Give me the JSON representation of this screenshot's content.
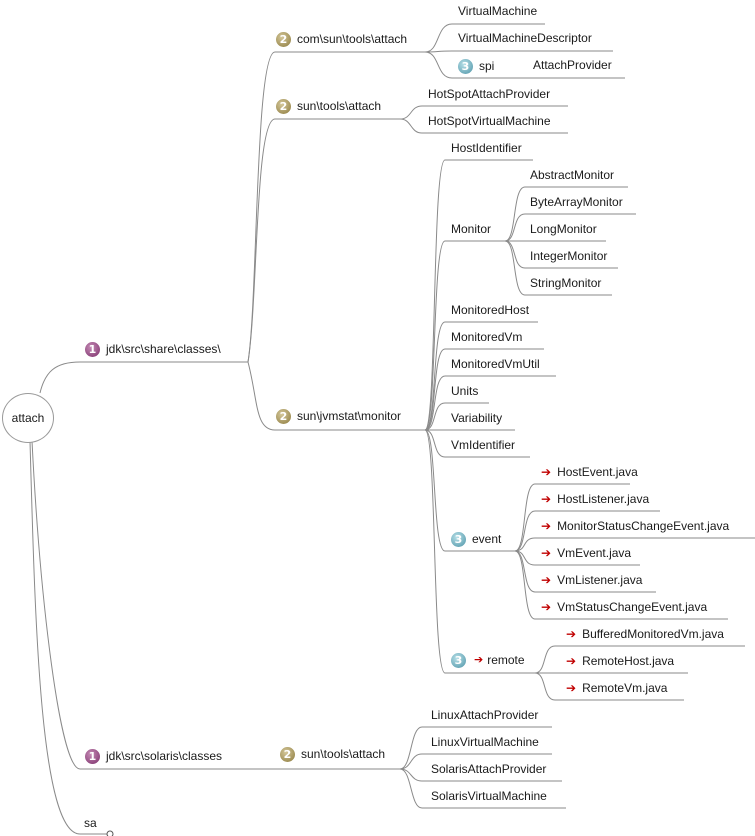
{
  "root": "attach",
  "branches": {
    "share_classes": "jdk\\src\\share\\classes\\",
    "solaris_classes": "jdk\\src\\solaris\\classes",
    "sa": "sa"
  },
  "share": {
    "com_sun_tools_attach": "com\\sun\\tools\\attach",
    "com_items": [
      "VirtualMachine",
      "VirtualMachineDescriptor"
    ],
    "spi": "spi",
    "spi_items": [
      "AttachProvider"
    ],
    "sun_tools_attach": "sun\\tools\\attach",
    "sun_items": [
      "HotSpotAttachProvider",
      "HotSpotVirtualMachine"
    ],
    "jvmstat": "sun\\jvmstat\\monitor",
    "host_identifier": "HostIdentifier",
    "monitor": "Monitor",
    "monitor_items": [
      "AbstractMonitor",
      "ByteArrayMonitor",
      "LongMonitor",
      "IntegerMonitor",
      "StringMonitor"
    ],
    "jvmstat_items": [
      "MonitoredHost",
      "MonitoredVm",
      "MonitoredVmUtil",
      "Units",
      "Variability",
      "VmIdentifier"
    ],
    "event": "event",
    "event_items": [
      "HostEvent.java",
      "HostListener.java",
      "MonitorStatusChangeEvent.java",
      "VmEvent.java",
      "VmListener.java",
      "VmStatusChangeEvent.java"
    ],
    "remote": "remote",
    "remote_items": [
      "BufferedMonitoredVm.java",
      "RemoteHost.java",
      "RemoteVm.java"
    ]
  },
  "solaris": {
    "sun_tools_attach": "sun\\tools\\attach",
    "items": [
      "LinuxAttachProvider",
      "LinuxVirtualMachine",
      "SolarisAttachProvider",
      "SolarisVirtualMachine"
    ]
  },
  "badges": {
    "level1": "1",
    "level2": "2",
    "level3": "3"
  },
  "icons": {
    "badge": "numbered-priority-badge",
    "link": "red-arrow-link-icon"
  },
  "colors": {
    "badge1": "#7b2e6a",
    "badge2": "#8c7a3c",
    "badge3": "#4d93a6",
    "arrow": "#c00000",
    "line": "#8a8a8a"
  }
}
